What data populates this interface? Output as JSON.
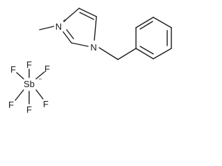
{
  "structure": {
    "cation": {
      "methyl_label": "",
      "ring_n1": "N",
      "ring_n1_charge": "+",
      "ring_n3": "N"
    },
    "anion": {
      "center": "Sb",
      "center_charge": "−",
      "ligands": [
        "F",
        "F",
        "F",
        "F",
        "F",
        "F"
      ]
    }
  }
}
